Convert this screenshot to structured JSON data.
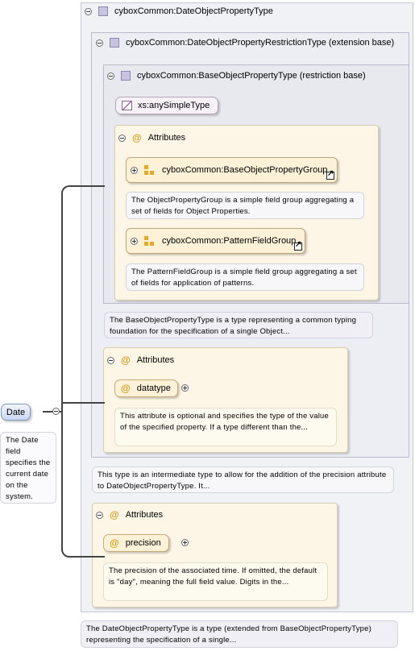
{
  "root": {
    "name": "Date",
    "note": "The Date field specifies the current date on the system."
  },
  "outer_type": {
    "header": "cyboxCommon:DateObjectPropertyType",
    "note": "The DateObjectPropertyType is a type (extended from BaseObjectPropertyType) representing the specification of a single..."
  },
  "restriction_type": {
    "header": "cyboxCommon:DateObjectPropertyRestrictionType (extension base)",
    "note": "This type is an intermediate type to allow for the addition of the precision attribute to DateObjectPropertyType. It..."
  },
  "base_type": {
    "header": "cyboxCommon:BaseObjectPropertyType (restriction base)",
    "simple_type": "xs:anySimpleType",
    "note": "The BaseObjectPropertyType is a type representing a common typing foundation for the specification of a single Object..."
  },
  "base_attributes": {
    "label": "Attributes",
    "groups": [
      {
        "name": "cyboxCommon:BaseObjectPropertyGroup",
        "note": "The ObjectPropertyGroup is a simple field group aggregating a set of fields for Object Properties."
      },
      {
        "name": "cyboxCommon:PatternFieldGroup",
        "note": "The PatternFieldGroup is a simple field group aggregating a set of fields for application of patterns."
      }
    ]
  },
  "restriction_attributes": {
    "label": "Attributes",
    "attr_name": "datatype",
    "note": "This attribute is optional and specifies the type of the value of the specified property. If a type different than the..."
  },
  "outer_attributes": {
    "label": "Attributes",
    "attr_name": "precision",
    "note": "The precision of the associated time. If omitted, the default is \"day\", meaning the full field value. Digits in the..."
  },
  "colors": {
    "type_box": "#f1f2f6",
    "attributes_box": "#fdf6e6",
    "attribute_icon": "#d99a18",
    "connector": "#444444"
  }
}
